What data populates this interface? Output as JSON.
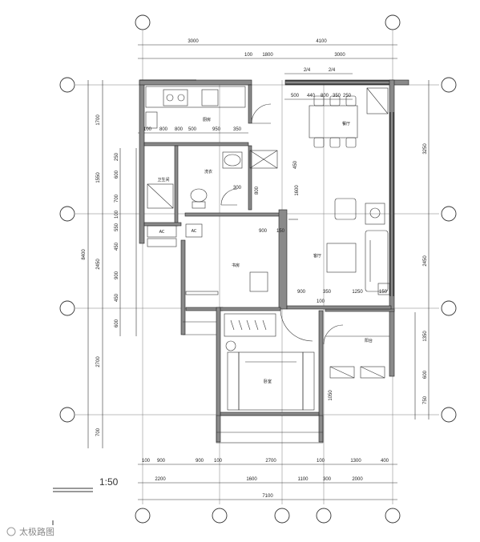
{
  "dimensions": {
    "top_row1": [
      "3000",
      "4100"
    ],
    "top_row2": [
      "100",
      "1800",
      "3000"
    ],
    "top_row3": [
      "2/4",
      "2/4"
    ],
    "top_row4": [
      "500",
      "440",
      "800",
      "350",
      "250"
    ],
    "top_row5": [
      "100",
      "800",
      "800",
      "500",
      "950",
      "350"
    ],
    "bottom_row1": [
      "100",
      "900",
      "900",
      "100",
      "2700",
      "100",
      "1300",
      "400"
    ],
    "bottom_row2": [
      "2200",
      "1600",
      "1100",
      "300",
      "2000"
    ],
    "bottom_total": "7100",
    "left_outer": [
      "1700",
      "1550",
      "2450",
      "2700",
      "700"
    ],
    "left_total": "8400",
    "left_inner": [
      "250",
      "600",
      "700",
      "100",
      "550",
      "450",
      "900",
      "450",
      "600"
    ],
    "right_outer": [
      "3250",
      "2450",
      "1350",
      "600",
      "750"
    ],
    "inner_misc": [
      "450",
      "1600",
      "800",
      "900",
      "150",
      "900",
      "350",
      "1250",
      "100",
      "1050",
      "150",
      "300"
    ]
  },
  "rooms": {
    "kitchen": "厨房",
    "dining": "餐厅",
    "living": "客厅",
    "study": "书房",
    "bedroom": "卧室",
    "balcony": "阳台",
    "bathroom": "卫生间",
    "laundry": "洗衣",
    "ac1": "AC",
    "ac2": "AC"
  },
  "scale_label": "1:50",
  "watermark": "太极路图"
}
